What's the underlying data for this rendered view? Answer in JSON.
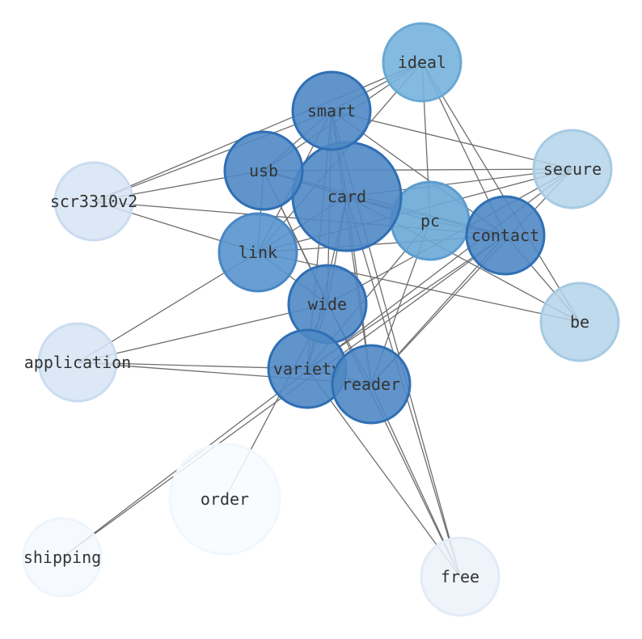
{
  "nodes": [
    {
      "id": "order",
      "label": "order",
      "fill": "#f7fbff",
      "stroke": "#f2f7fd",
      "opacity": 0.85
    },
    {
      "id": "shipping",
      "label": "shipping",
      "fill": "#f5f9fe",
      "stroke": "#eef5fc",
      "opacity": 0.85
    },
    {
      "id": "free",
      "label": "free",
      "fill": "#ecf2fa",
      "stroke": "#e2ecf7",
      "opacity": 0.85
    },
    {
      "id": "application",
      "label": "application",
      "fill": "#d6e4f3",
      "stroke": "#cbdcef",
      "opacity": 0.85
    },
    {
      "id": "scr3310v2",
      "label": "scr3310v2",
      "fill": "#d6e4f3",
      "stroke": "#cbdcef",
      "opacity": 0.85
    },
    {
      "id": "secure",
      "label": "secure",
      "fill": "#b4d3e9",
      "stroke": "#a6cae4",
      "opacity": 0.85
    },
    {
      "id": "be",
      "label": "be",
      "fill": "#b4d3e9",
      "stroke": "#a6cae4",
      "opacity": 0.85
    },
    {
      "id": "ideal",
      "label": "ideal",
      "fill": "#77b2db",
      "stroke": "#6aa8d4",
      "opacity": 0.9
    },
    {
      "id": "pc",
      "label": "pc",
      "fill": "#6aa8d6",
      "stroke": "#5c9ccf",
      "opacity": 0.9
    },
    {
      "id": "link",
      "label": "link",
      "fill": "#5893cc",
      "stroke": "#4a87c5",
      "opacity": 0.9
    },
    {
      "id": "card",
      "label": "card",
      "fill": "#4f88c4",
      "stroke": "#2f6fb5",
      "opacity": 0.9
    },
    {
      "id": "smart",
      "label": "smart",
      "fill": "#4f88c4",
      "stroke": "#2f6fb5",
      "opacity": 0.9
    },
    {
      "id": "usb",
      "label": "usb",
      "fill": "#4f88c4",
      "stroke": "#2f6fb5",
      "opacity": 0.9
    },
    {
      "id": "contact",
      "label": "contact",
      "fill": "#4f88c4",
      "stroke": "#2f6fb5",
      "opacity": 0.9
    },
    {
      "id": "wide",
      "label": "wide",
      "fill": "#4f88c4",
      "stroke": "#2f6fb5",
      "opacity": 0.9
    },
    {
      "id": "variety",
      "label": "variety",
      "fill": "#4f88c4",
      "stroke": "#2f6fb5",
      "opacity": 0.9
    },
    {
      "id": "reader",
      "label": "reader",
      "fill": "#4f88c4",
      "stroke": "#2f6fb5",
      "opacity": 0.9
    }
  ],
  "edges": [
    [
      "ideal",
      "smart"
    ],
    [
      "ideal",
      "usb"
    ],
    [
      "ideal",
      "scr3310v2"
    ],
    [
      "ideal",
      "pc"
    ],
    [
      "ideal",
      "contact"
    ],
    [
      "ideal",
      "be"
    ],
    [
      "ideal",
      "link"
    ],
    [
      "smart",
      "card"
    ],
    [
      "smart",
      "secure"
    ],
    [
      "smart",
      "contact"
    ],
    [
      "smart",
      "link"
    ],
    [
      "smart",
      "wide"
    ],
    [
      "smart",
      "variety"
    ],
    [
      "smart",
      "reader"
    ],
    [
      "smart",
      "free"
    ],
    [
      "smart",
      "usb"
    ],
    [
      "usb",
      "scr3310v2"
    ],
    [
      "usb",
      "card"
    ],
    [
      "usb",
      "pc"
    ],
    [
      "usb",
      "contact"
    ],
    [
      "usb",
      "link"
    ],
    [
      "usb",
      "wide"
    ],
    [
      "usb",
      "free"
    ],
    [
      "scr3310v2",
      "link"
    ],
    [
      "scr3310v2",
      "contact"
    ],
    [
      "scr3310v2",
      "smart"
    ],
    [
      "card",
      "pc"
    ],
    [
      "card",
      "contact"
    ],
    [
      "card",
      "link"
    ],
    [
      "card",
      "wide"
    ],
    [
      "card",
      "reader"
    ],
    [
      "card",
      "free"
    ],
    [
      "card",
      "secure"
    ],
    [
      "card",
      "be"
    ],
    [
      "secure",
      "link"
    ],
    [
      "secure",
      "wide"
    ],
    [
      "secure",
      "reader"
    ],
    [
      "secure",
      "shipping"
    ],
    [
      "secure",
      "usb"
    ],
    [
      "pc",
      "contact"
    ],
    [
      "pc",
      "variety"
    ],
    [
      "pc",
      "reader"
    ],
    [
      "contact",
      "link"
    ],
    [
      "contact",
      "variety"
    ],
    [
      "contact",
      "reader"
    ],
    [
      "contact",
      "shipping"
    ],
    [
      "contact",
      "be"
    ],
    [
      "link",
      "be"
    ],
    [
      "link",
      "application"
    ],
    [
      "link",
      "wide"
    ],
    [
      "wide",
      "application"
    ],
    [
      "wide",
      "reader"
    ],
    [
      "wide",
      "order"
    ],
    [
      "wide",
      "variety"
    ],
    [
      "application",
      "variety"
    ],
    [
      "application",
      "reader"
    ],
    [
      "variety",
      "reader"
    ],
    [
      "reader",
      "free"
    ],
    [
      "variety",
      "free"
    ],
    [
      "card",
      "variety"
    ]
  ]
}
